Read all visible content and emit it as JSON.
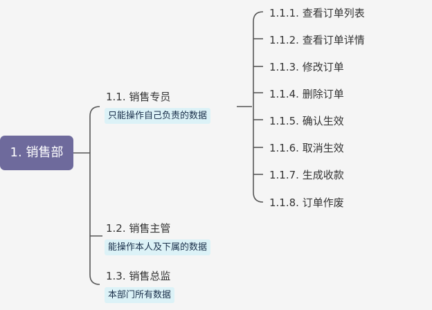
{
  "root": {
    "label": "1. 销售部"
  },
  "branches": [
    {
      "label": "1.1. 销售专员",
      "note": "只能操作自己负责的数据",
      "children": [
        "1.1.1. 查看订单列表",
        "1.1.2. 查看订单详情",
        "1.1.3. 修改订单",
        "1.1.4. 删除订单",
        "1.1.5. 确认生效",
        "1.1.6. 取消生效",
        "1.1.7. 生成收款",
        "1.1.8. 订单作废"
      ]
    },
    {
      "label": "1.2. 销售主管",
      "note": "能操作本人及下属的数据"
    },
    {
      "label": "1.3. 销售总监",
      "note": "本部门所有数据"
    }
  ],
  "colors": {
    "root_bg": "#6e6a9c",
    "note_bg": "#dcf2f7",
    "line": "#555555",
    "background": "#f5f5f5"
  }
}
